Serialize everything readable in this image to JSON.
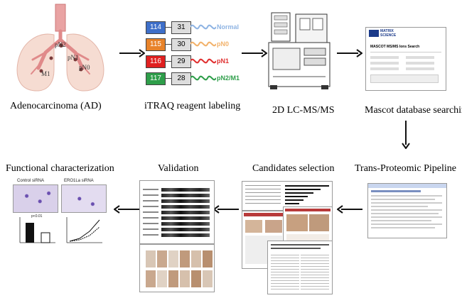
{
  "steps": {
    "s1": "Adenocarcinoma (AD)",
    "s2": "iTRAQ reagent labeling",
    "s3": "2D LC-MS/MS",
    "s4": "Mascot database searching",
    "s5": "Trans-Proteomic Pipeline",
    "s6": "Candidates selection",
    "s7": "Validation",
    "s8": "Functional characterization"
  },
  "lung_tags": {
    "pN2": "pN2",
    "pN1": "pN1",
    "pN0": "pN0",
    "M1": "M1"
  },
  "itraq": [
    {
      "reporter": "114",
      "balance": "31",
      "label": "Normal",
      "color": "#8fb4e3",
      "box": "#3e6fc9"
    },
    {
      "reporter": "115",
      "balance": "30",
      "label": "pN0",
      "color": "#f2b26b",
      "box": "#e8832a"
    },
    {
      "reporter": "116",
      "balance": "29",
      "label": "pN1",
      "color": "#e03030",
      "box": "#e02020"
    },
    {
      "reporter": "117",
      "balance": "28",
      "label": "pN2/M1",
      "color": "#2e9e4a",
      "box": "#2e9e4a"
    }
  ],
  "mascot": {
    "logo1": "MATRIX",
    "logo2": "SCIENCE",
    "title": "MASCOT MS/MS Ions Search"
  },
  "functional": {
    "ctrl_sirna": "Control siRNA",
    "ero_sirna": "ERO1La siRNA",
    "p_value": "p<0.01"
  }
}
